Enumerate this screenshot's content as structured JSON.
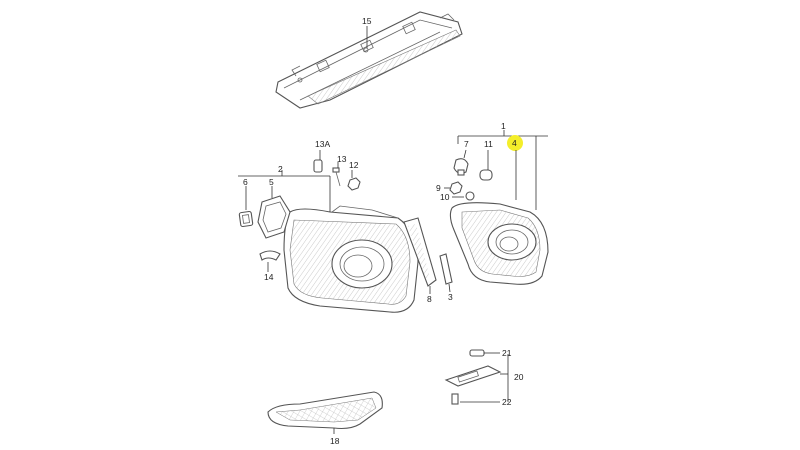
{
  "colors": {
    "line": "#555555",
    "highlight": "#f4ee2a",
    "background": "#ffffff"
  },
  "callouts": {
    "c1": "1",
    "c2": "2",
    "c3": "3",
    "c4": "4",
    "c5": "5",
    "c6": "6",
    "c7": "7",
    "c8": "8",
    "c9": "9",
    "c10": "10",
    "c11": "11",
    "c12": "12",
    "c13": "13",
    "c13a": "13A",
    "c14": "14",
    "c15": "15",
    "c18": "18",
    "c20": "20",
    "c21": "21",
    "c22": "22"
  },
  "highlighted_callout": "4"
}
